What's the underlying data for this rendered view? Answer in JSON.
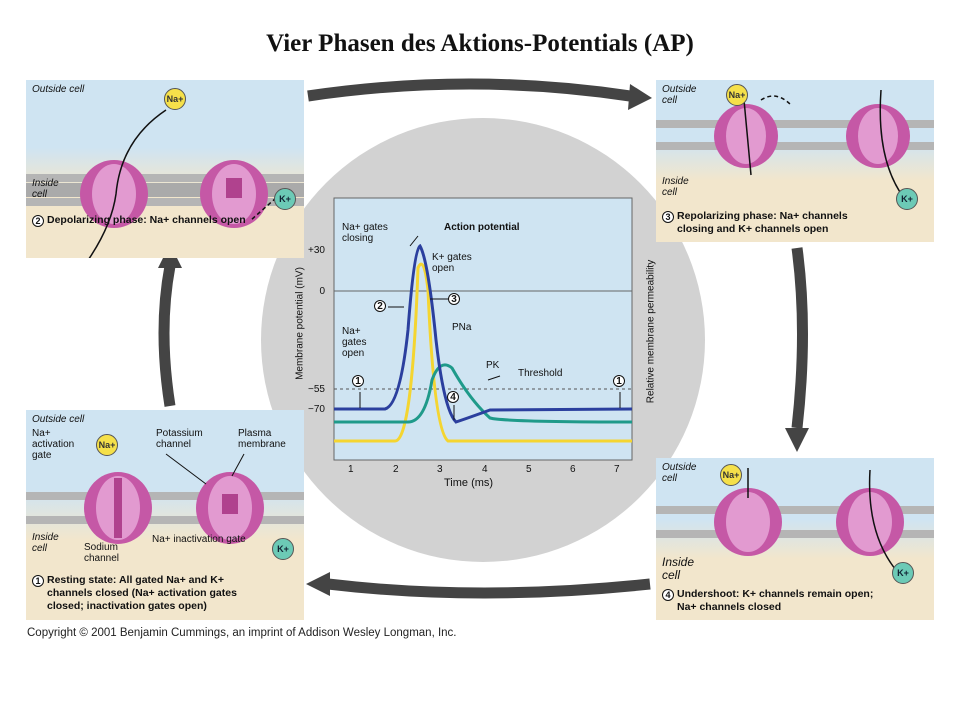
{
  "title": "Vier Phasen des Aktions-Potentials (AP)",
  "panels": {
    "depolarizing": {
      "outside": "Outside cell",
      "inside": "Inside cell",
      "num": "2",
      "caption": "Depolarizing phase: Na+ channels open",
      "ion_na": "Na+",
      "ion_k": "K+"
    },
    "repolarizing": {
      "outside": "Outside cell",
      "inside": "Inside cell",
      "num": "3",
      "caption1": "Repolarizing phase: Na+ channels",
      "caption2": "closing and K+ channels open",
      "ion_na": "Na+",
      "ion_k": "K+"
    },
    "resting": {
      "outside": "Outside cell",
      "na_gate": "Na+ activation gate",
      "potassium": "Potassium channel",
      "plasma": "Plasma membrane",
      "inside": "Inside cell",
      "sodium": "Sodium channel",
      "inactivation": "Na+ inactivation gate",
      "num": "1",
      "caption1": "Resting state: All gated Na+ and K+",
      "caption2": "channels closed (Na+ activation gates",
      "caption3": "closed; inactivation gates open)",
      "ion_na": "Na+",
      "ion_k": "K+"
    },
    "undershoot": {
      "outside": "Outside cell",
      "inside": "Inside cell",
      "num": "4",
      "caption1": "Undershoot: K+ channels remain open;",
      "caption2": "Na+ channels closed",
      "ion_na": "Na+",
      "ion_k": "K+"
    }
  },
  "graph": {
    "ylabel": "Membrane potential (mV)",
    "y2label": "Relative membrane permeability",
    "xlabel": "Time (ms)",
    "yticks": [
      "+30",
      "0",
      "−55",
      "−70"
    ],
    "xticks": [
      "1",
      "2",
      "3",
      "4",
      "5",
      "6",
      "7"
    ],
    "label_na_closing": "Na+ gates closing",
    "label_ap": "Action potential",
    "label_k_open": "K+ gates open",
    "label_na_open": "Na+ gates open",
    "label_pna": "PNa",
    "label_pk": "PK",
    "label_threshold": "Threshold",
    "markers": [
      "1",
      "2",
      "3",
      "4",
      "1"
    ],
    "colors": {
      "ap": "#2b3f9e",
      "pna": "#f4d531",
      "pk": "#1f9a8a"
    }
  },
  "copyright": "Copyright © 2001 Benjamin Cummings, an imprint of Addison Wesley Longman, Inc."
}
